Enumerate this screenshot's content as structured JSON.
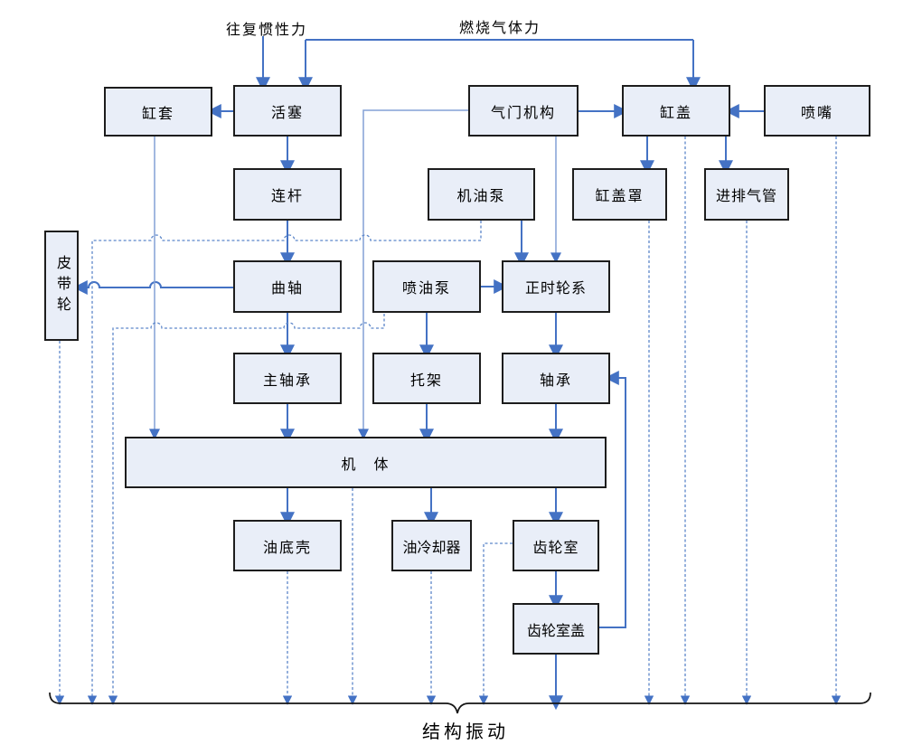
{
  "diagram": {
    "labels": {
      "reciprocating_inertia_force": "往复惯性力",
      "combustion_gas_force": "燃烧气体力",
      "structural_vibration": "结构振动"
    },
    "nodes": [
      {
        "id": "cylinder-liner",
        "label": "缸套"
      },
      {
        "id": "piston",
        "label": "活塞"
      },
      {
        "id": "valve-mechanism",
        "label": "气门机构"
      },
      {
        "id": "cylinder-head",
        "label": "缸盖"
      },
      {
        "id": "nozzle",
        "label": "喷嘴"
      },
      {
        "id": "connecting-rod",
        "label": "连杆"
      },
      {
        "id": "oil-pump",
        "label": "机油泵"
      },
      {
        "id": "head-cover",
        "label": "缸盖罩"
      },
      {
        "id": "intake-exhaust-pipe",
        "label": "进排气管"
      },
      {
        "id": "belt-pulley",
        "label": "皮带轮"
      },
      {
        "id": "crankshaft",
        "label": "曲轴"
      },
      {
        "id": "injection-pump",
        "label": "喷油泵"
      },
      {
        "id": "timing-gear-train",
        "label": "正时轮系"
      },
      {
        "id": "main-bearing",
        "label": "主轴承"
      },
      {
        "id": "bracket",
        "label": "托架"
      },
      {
        "id": "bearing",
        "label": "轴承"
      },
      {
        "id": "engine-block",
        "label": "机　体"
      },
      {
        "id": "oil-pan",
        "label": "油底壳"
      },
      {
        "id": "oil-cooler",
        "label": "油冷却器"
      },
      {
        "id": "gear-chamber",
        "label": "齿轮室"
      },
      {
        "id": "gear-chamber-cover",
        "label": "齿轮室盖"
      }
    ],
    "edges": [
      {
        "from": "往复惯性力",
        "to": "活塞",
        "style": "solid"
      },
      {
        "from": "燃烧气体力",
        "to": "活塞",
        "style": "solid"
      },
      {
        "from": "燃烧气体力",
        "to": "缸盖",
        "style": "solid"
      },
      {
        "from": "活塞",
        "to": "缸套",
        "style": "solid"
      },
      {
        "from": "活塞",
        "to": "连杆",
        "style": "solid"
      },
      {
        "from": "连杆",
        "to": "曲轴",
        "style": "solid"
      },
      {
        "from": "曲轴",
        "to": "皮带轮",
        "style": "solid"
      },
      {
        "from": "曲轴",
        "to": "主轴承",
        "style": "solid"
      },
      {
        "from": "主轴承",
        "to": "机体",
        "style": "solid"
      },
      {
        "from": "缸套",
        "to": "机体",
        "style": "solid"
      },
      {
        "from": "气门机构",
        "to": "缸盖",
        "style": "solid"
      },
      {
        "from": "气门机构",
        "to": "机体",
        "style": "solid"
      },
      {
        "from": "气门机构",
        "to": "正时轮系",
        "style": "solid"
      },
      {
        "from": "喷嘴",
        "to": "缸盖",
        "style": "solid"
      },
      {
        "from": "缸盖",
        "to": "缸盖罩",
        "style": "solid"
      },
      {
        "from": "缸盖",
        "to": "进排气管",
        "style": "solid"
      },
      {
        "from": "机油泵",
        "to": "正时轮系",
        "style": "solid"
      },
      {
        "from": "喷油泵",
        "to": "正时轮系",
        "style": "solid"
      },
      {
        "from": "喷油泵",
        "to": "托架",
        "style": "solid"
      },
      {
        "from": "正时轮系",
        "to": "轴承",
        "style": "solid"
      },
      {
        "from": "托架",
        "to": "机体",
        "style": "solid"
      },
      {
        "from": "轴承",
        "to": "机体",
        "style": "solid"
      },
      {
        "from": "机体",
        "to": "油底壳",
        "style": "solid"
      },
      {
        "from": "机体",
        "to": "油冷却器",
        "style": "solid"
      },
      {
        "from": "机体",
        "to": "齿轮室",
        "style": "solid"
      },
      {
        "from": "齿轮室",
        "to": "齿轮室盖",
        "style": "solid"
      },
      {
        "from": "齿轮室盖",
        "to": "轴承",
        "style": "solid"
      },
      {
        "from": "齿轮室盖",
        "to": "结构振动",
        "style": "solid"
      },
      {
        "from": "皮带轮",
        "to": "结构振动",
        "style": "dashed"
      },
      {
        "from": "机油泵",
        "to": "结构振动",
        "style": "dashed"
      },
      {
        "from": "喷油泵",
        "to": "结构振动",
        "style": "dashed"
      },
      {
        "from": "油底壳",
        "to": "结构振动",
        "style": "dashed"
      },
      {
        "from": "机体",
        "to": "结构振动",
        "style": "dashed"
      },
      {
        "from": "油冷却器",
        "to": "结构振动",
        "style": "dashed"
      },
      {
        "from": "齿轮室",
        "to": "结构振动",
        "style": "dashed"
      },
      {
        "from": "缸盖罩",
        "to": "结构振动",
        "style": "dashed"
      },
      {
        "from": "缸盖",
        "to": "结构振动",
        "style": "dashed"
      },
      {
        "from": "进排气管",
        "to": "结构振动",
        "style": "dashed"
      },
      {
        "from": "喷嘴",
        "to": "结构振动",
        "style": "dashed"
      }
    ],
    "colors": {
      "line_solid": "#4472c4",
      "line_light": "#84a1d6",
      "line_dashed": "#5c86c9",
      "box_fill": "#e9eef8",
      "box_border": "#1d1d1d",
      "brace": "#141414",
      "background": "#ffffff"
    }
  }
}
